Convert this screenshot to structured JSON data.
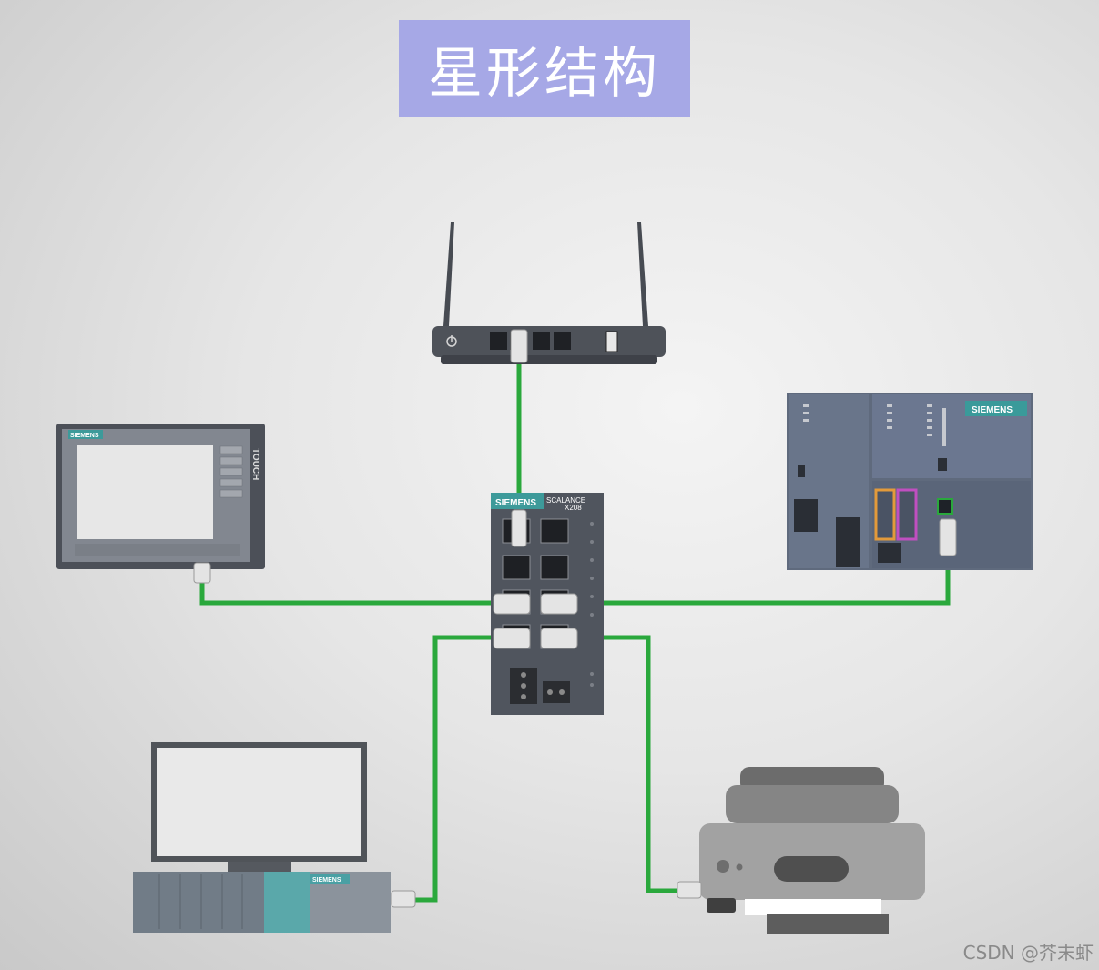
{
  "title": "星形结构",
  "watermark": "CSDN @芥末虾",
  "brand": "SIEMENS",
  "switch": {
    "line1": "SCALANCE",
    "line2": "X208"
  },
  "hmi_label": "TOUCH",
  "colors": {
    "cable": "#2aa83c",
    "title_bg": "#a6a8e6",
    "device_dark": "#4b505a",
    "plc_body": "#5f6a7d",
    "plc_accent": "#3a9a9a",
    "port_orange": "#e39a3a",
    "port_magenta": "#c04fc0"
  }
}
